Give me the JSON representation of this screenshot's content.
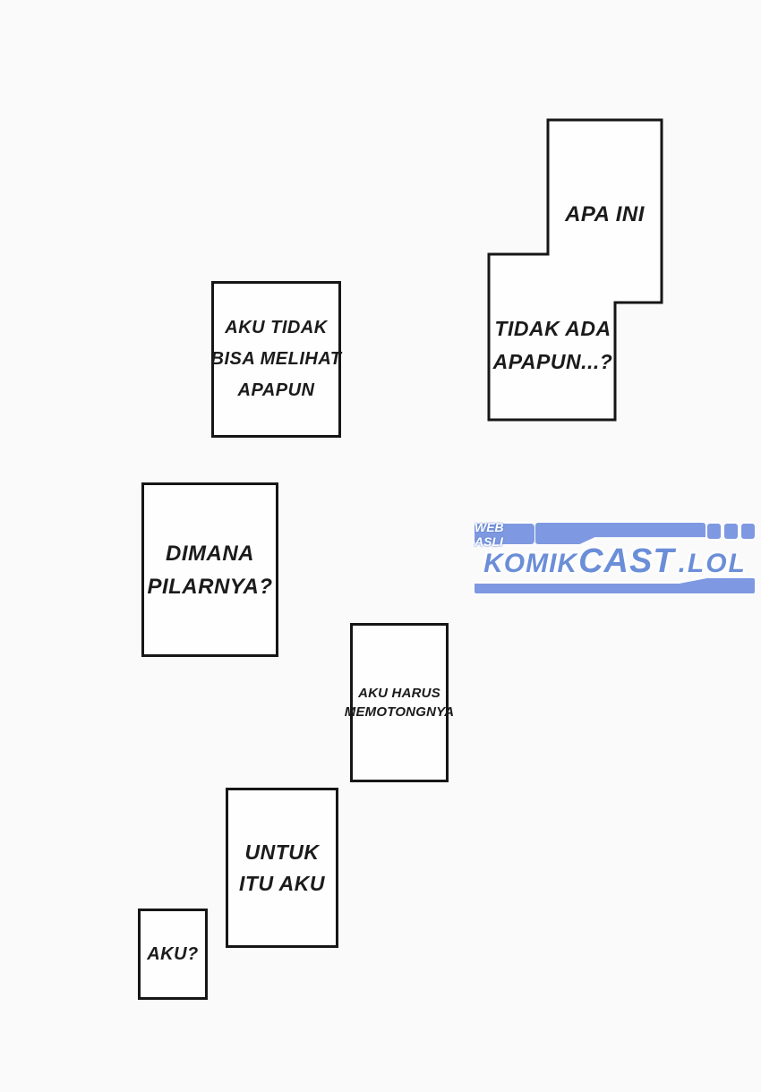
{
  "page": {
    "background_color": "#fafafa",
    "bubble_fill_color": "#fefefe",
    "bubble_line_color": "#161616",
    "text_color": "#1b1b1b"
  },
  "bubbles": {
    "apa_ini": {
      "line1": "APA INI"
    },
    "tidak_ada": {
      "line1": "TIDAK ADA",
      "line2": "APAPUN...?"
    },
    "aku_tidak": {
      "line1": "AKU TIDAK",
      "line2": "BISA MELIHAT",
      "line3": "APAPUN"
    },
    "dimana": {
      "line1": "DIMANA",
      "line2": "PILARNYA?"
    },
    "aku_harus": {
      "line1": "AKU HARUS",
      "line2": "MEMOTONGNYA"
    },
    "untuk_itu": {
      "line1": "UNTUK",
      "line2": "ITU AKU"
    },
    "aku": {
      "line1": "AKU?"
    }
  },
  "watermark": {
    "badge_label": "WEB ASLI",
    "brand_part1": "KOMIK",
    "brand_part2": "CAST",
    "brand_part3": ".LOL",
    "bar_color": "#7e99e1",
    "brand_text_color": "#6b8ed8"
  }
}
